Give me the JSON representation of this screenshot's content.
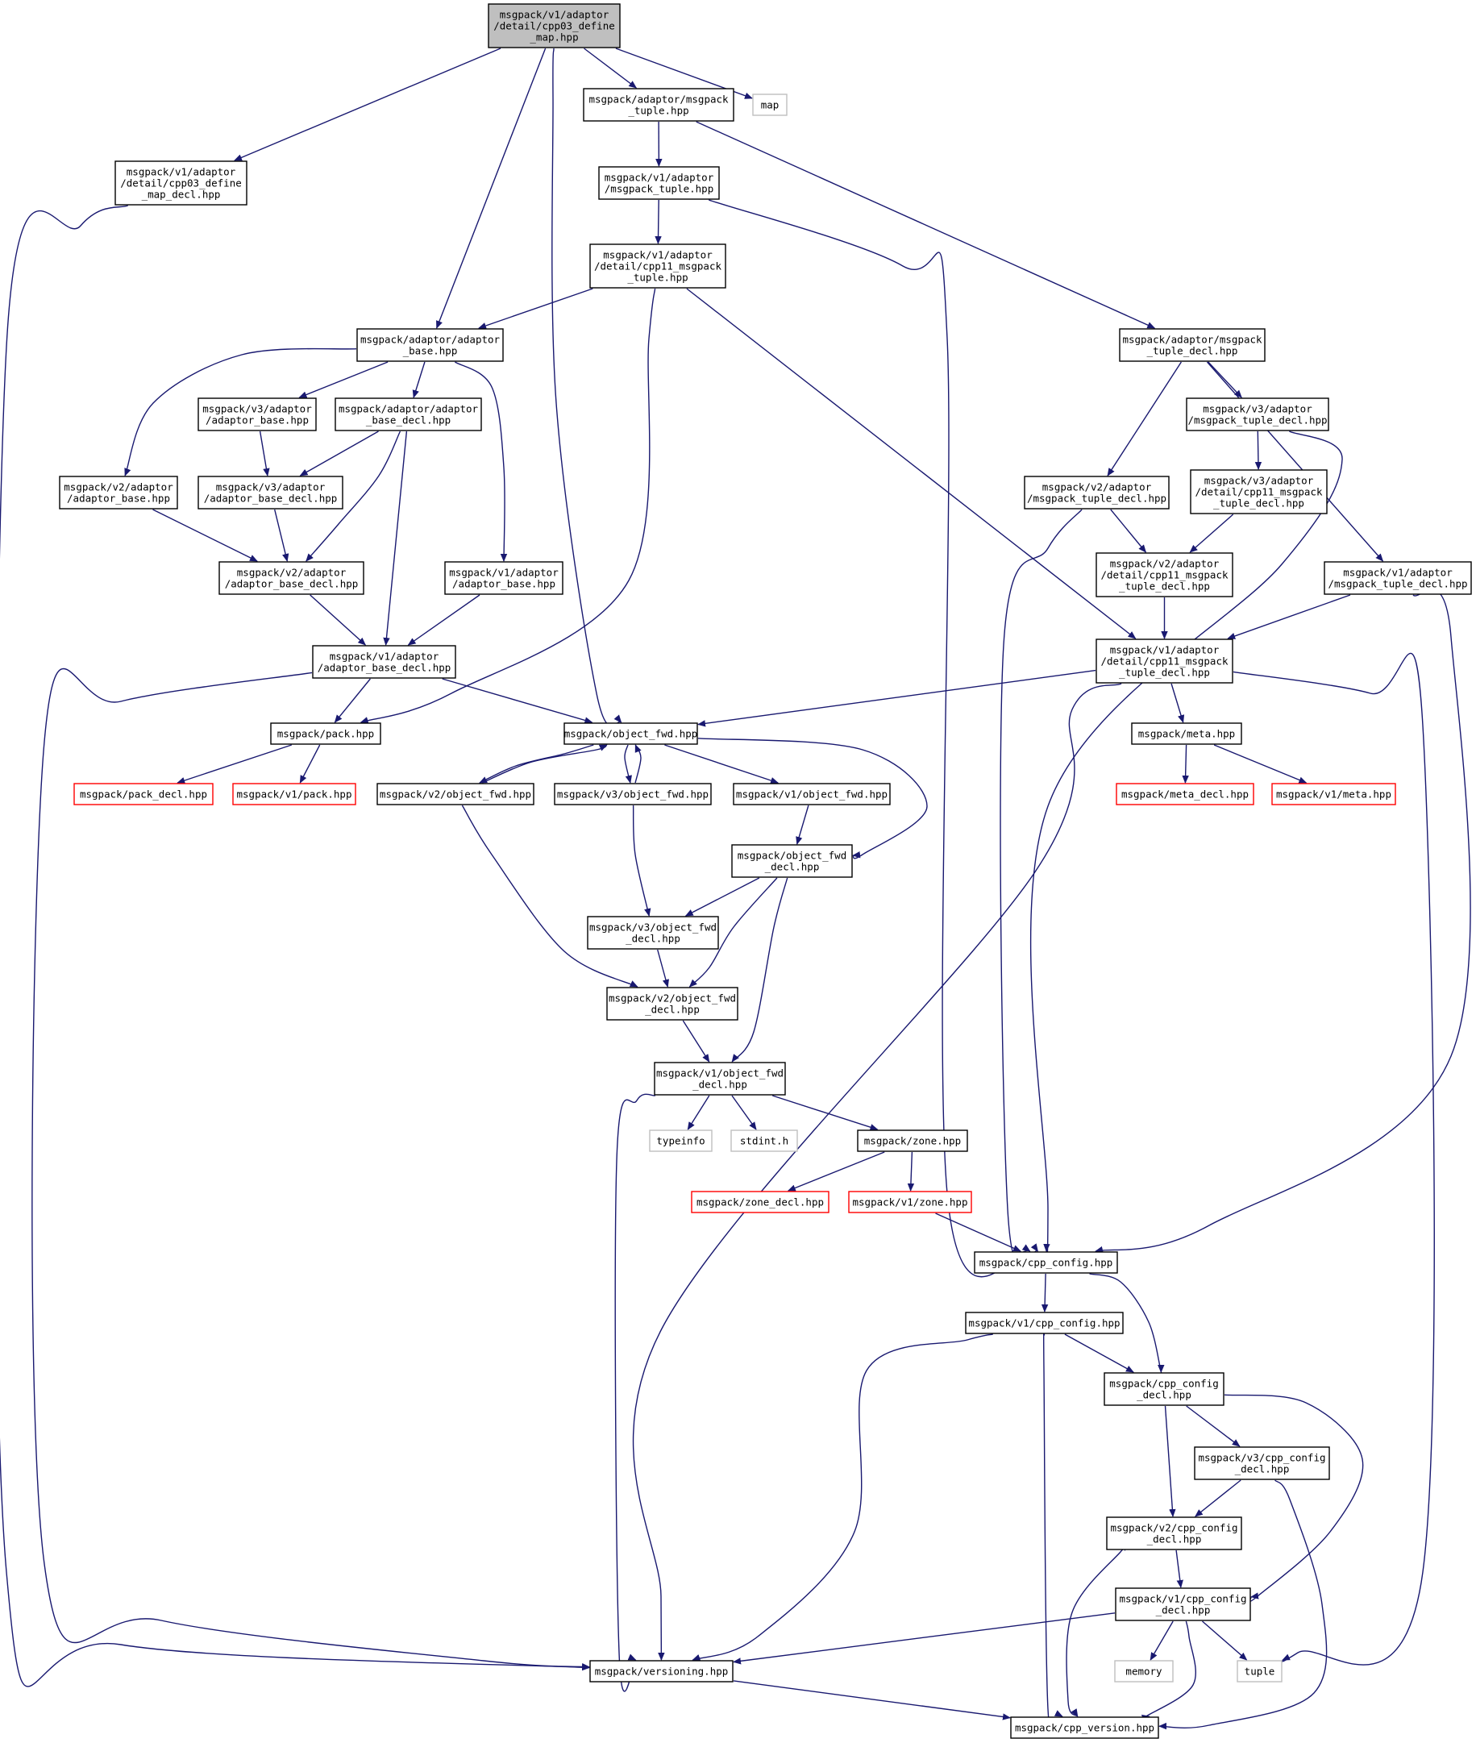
{
  "colors": {
    "edge": "#191970",
    "normal_border": "#000000",
    "missing_border": "#bfbfbf",
    "truncated_border": "#ff0000",
    "root_fill": "#bfbfbf",
    "fill": "#ffffff"
  },
  "nodes": [
    {
      "id": "root",
      "kind": "root",
      "lines": [
        "msgpack/v1/adaptor",
        "/detail/cpp03_define",
        "_map.hpp"
      ]
    },
    {
      "id": "cpp03_decl",
      "kind": "normal",
      "lines": [
        "msgpack/v1/adaptor",
        "/detail/cpp03_define",
        "_map_decl.hpp"
      ]
    },
    {
      "id": "adaptor_msgpack_tuple",
      "kind": "normal",
      "lines": [
        "msgpack/adaptor/msgpack",
        "_tuple.hpp"
      ]
    },
    {
      "id": "map",
      "kind": "missing",
      "lines": [
        "map"
      ]
    },
    {
      "id": "v1_msgpack_tuple",
      "kind": "normal",
      "lines": [
        "msgpack/v1/adaptor",
        "/msgpack_tuple.hpp"
      ]
    },
    {
      "id": "v1_cpp11_tuple",
      "kind": "normal",
      "lines": [
        "msgpack/v1/adaptor",
        "/detail/cpp11_msgpack",
        "_tuple.hpp"
      ]
    },
    {
      "id": "adaptor_base",
      "kind": "normal",
      "lines": [
        "msgpack/adaptor/adaptor",
        "_base.hpp"
      ]
    },
    {
      "id": "adaptor_tuple_decl",
      "kind": "normal",
      "lines": [
        "msgpack/adaptor/msgpack",
        "_tuple_decl.hpp"
      ]
    },
    {
      "id": "v3_adaptor_base",
      "kind": "normal",
      "lines": [
        "msgpack/v3/adaptor",
        "/adaptor_base.hpp"
      ]
    },
    {
      "id": "adaptor_base_decl",
      "kind": "normal",
      "lines": [
        "msgpack/adaptor/adaptor",
        "_base_decl.hpp"
      ]
    },
    {
      "id": "v3_tuple_decl",
      "kind": "normal",
      "lines": [
        "msgpack/v3/adaptor",
        "/msgpack_tuple_decl.hpp"
      ]
    },
    {
      "id": "v2_adaptor_base",
      "kind": "normal",
      "lines": [
        "msgpack/v2/adaptor",
        "/adaptor_base.hpp"
      ]
    },
    {
      "id": "v3_adaptor_base_decl",
      "kind": "normal",
      "lines": [
        "msgpack/v3/adaptor",
        "/adaptor_base_decl.hpp"
      ]
    },
    {
      "id": "v2_tuple_decl",
      "kind": "normal",
      "lines": [
        "msgpack/v2/adaptor",
        "/msgpack_tuple_decl.hpp"
      ]
    },
    {
      "id": "v3_cpp11_tuple_decl",
      "kind": "normal",
      "lines": [
        "msgpack/v3/adaptor",
        "/detail/cpp11_msgpack",
        "_tuple_decl.hpp"
      ]
    },
    {
      "id": "v2_adaptor_base_decl",
      "kind": "normal",
      "lines": [
        "msgpack/v2/adaptor",
        "/adaptor_base_decl.hpp"
      ]
    },
    {
      "id": "v1_adaptor_base",
      "kind": "normal",
      "lines": [
        "msgpack/v1/adaptor",
        "/adaptor_base.hpp"
      ]
    },
    {
      "id": "v2_cpp11_tuple_decl",
      "kind": "normal",
      "lines": [
        "msgpack/v2/adaptor",
        "/detail/cpp11_msgpack",
        "_tuple_decl.hpp"
      ]
    },
    {
      "id": "v1_tuple_decl",
      "kind": "normal",
      "lines": [
        "msgpack/v1/adaptor",
        "/msgpack_tuple_decl.hpp"
      ]
    },
    {
      "id": "v1_adaptor_base_decl",
      "kind": "normal",
      "lines": [
        "msgpack/v1/adaptor",
        "/adaptor_base_decl.hpp"
      ]
    },
    {
      "id": "v1_cpp11_tuple_decl",
      "kind": "normal",
      "lines": [
        "msgpack/v1/adaptor",
        "/detail/cpp11_msgpack",
        "_tuple_decl.hpp"
      ]
    },
    {
      "id": "pack",
      "kind": "normal",
      "lines": [
        "msgpack/pack.hpp"
      ]
    },
    {
      "id": "object_fwd",
      "kind": "normal",
      "lines": [
        "msgpack/object_fwd.hpp"
      ]
    },
    {
      "id": "meta",
      "kind": "normal",
      "lines": [
        "msgpack/meta.hpp"
      ]
    },
    {
      "id": "pack_decl",
      "kind": "truncated",
      "lines": [
        "msgpack/pack_decl.hpp"
      ]
    },
    {
      "id": "v1_pack",
      "kind": "truncated",
      "lines": [
        "msgpack/v1/pack.hpp"
      ]
    },
    {
      "id": "v2_object_fwd",
      "kind": "normal",
      "lines": [
        "msgpack/v2/object_fwd.hpp"
      ]
    },
    {
      "id": "v3_object_fwd",
      "kind": "normal",
      "lines": [
        "msgpack/v3/object_fwd.hpp"
      ]
    },
    {
      "id": "v1_object_fwd",
      "kind": "normal",
      "lines": [
        "msgpack/v1/object_fwd.hpp"
      ]
    },
    {
      "id": "meta_decl",
      "kind": "truncated",
      "lines": [
        "msgpack/meta_decl.hpp"
      ]
    },
    {
      "id": "v1_meta",
      "kind": "truncated",
      "lines": [
        "msgpack/v1/meta.hpp"
      ]
    },
    {
      "id": "object_fwd_decl",
      "kind": "normal",
      "lines": [
        "msgpack/object_fwd",
        "_decl.hpp"
      ]
    },
    {
      "id": "v3_object_fwd_decl",
      "kind": "normal",
      "lines": [
        "msgpack/v3/object_fwd",
        "_decl.hpp"
      ]
    },
    {
      "id": "v2_object_fwd_decl",
      "kind": "normal",
      "lines": [
        "msgpack/v2/object_fwd",
        "_decl.hpp"
      ]
    },
    {
      "id": "v1_object_fwd_decl",
      "kind": "normal",
      "lines": [
        "msgpack/v1/object_fwd",
        "_decl.hpp"
      ]
    },
    {
      "id": "typeinfo",
      "kind": "missing",
      "lines": [
        "typeinfo"
      ]
    },
    {
      "id": "stdint",
      "kind": "missing",
      "lines": [
        "stdint.h"
      ]
    },
    {
      "id": "zone",
      "kind": "normal",
      "lines": [
        "msgpack/zone.hpp"
      ]
    },
    {
      "id": "zone_decl",
      "kind": "truncated",
      "lines": [
        "msgpack/zone_decl.hpp"
      ]
    },
    {
      "id": "v1_zone",
      "kind": "truncated",
      "lines": [
        "msgpack/v1/zone.hpp"
      ]
    },
    {
      "id": "cpp_config",
      "kind": "normal",
      "lines": [
        "msgpack/cpp_config.hpp"
      ]
    },
    {
      "id": "v1_cpp_config",
      "kind": "normal",
      "lines": [
        "msgpack/v1/cpp_config.hpp"
      ]
    },
    {
      "id": "cpp_config_decl",
      "kind": "normal",
      "lines": [
        "msgpack/cpp_config",
        "_decl.hpp"
      ]
    },
    {
      "id": "v3_cpp_config_decl",
      "kind": "normal",
      "lines": [
        "msgpack/v3/cpp_config",
        "_decl.hpp"
      ]
    },
    {
      "id": "v2_cpp_config_decl",
      "kind": "normal",
      "lines": [
        "msgpack/v2/cpp_config",
        "_decl.hpp"
      ]
    },
    {
      "id": "v1_cpp_config_decl",
      "kind": "normal",
      "lines": [
        "msgpack/v1/cpp_config",
        "_decl.hpp"
      ]
    },
    {
      "id": "versioning",
      "kind": "normal",
      "lines": [
        "msgpack/versioning.hpp"
      ]
    },
    {
      "id": "memory",
      "kind": "missing",
      "lines": [
        "memory"
      ]
    },
    {
      "id": "tuple",
      "kind": "missing",
      "lines": [
        "tuple"
      ]
    },
    {
      "id": "cpp_version",
      "kind": "normal",
      "lines": [
        "msgpack/cpp_version.hpp"
      ]
    }
  ],
  "edges": [
    [
      "root",
      "cpp03_decl"
    ],
    [
      "root",
      "adaptor_base"
    ],
    [
      "root",
      "object_fwd"
    ],
    [
      "root",
      "adaptor_msgpack_tuple"
    ],
    [
      "root",
      "map"
    ],
    [
      "cpp03_decl",
      "versioning"
    ],
    [
      "adaptor_msgpack_tuple",
      "v1_msgpack_tuple"
    ],
    [
      "adaptor_msgpack_tuple",
      "adaptor_tuple_decl"
    ],
    [
      "v1_msgpack_tuple",
      "v1_cpp11_tuple"
    ],
    [
      "v1_msgpack_tuple",
      "cpp_config"
    ],
    [
      "v1_cpp11_tuple",
      "adaptor_base"
    ],
    [
      "v1_cpp11_tuple",
      "pack"
    ],
    [
      "v1_cpp11_tuple",
      "v1_cpp11_tuple_decl"
    ],
    [
      "adaptor_base",
      "v2_adaptor_base"
    ],
    [
      "adaptor_base",
      "v3_adaptor_base"
    ],
    [
      "adaptor_base",
      "adaptor_base_decl"
    ],
    [
      "adaptor_base",
      "v1_adaptor_base"
    ],
    [
      "v3_adaptor_base",
      "v3_adaptor_base_decl"
    ],
    [
      "adaptor_base_decl",
      "v3_adaptor_base_decl"
    ],
    [
      "adaptor_base_decl",
      "v2_adaptor_base_decl"
    ],
    [
      "adaptor_base_decl",
      "v1_adaptor_base_decl"
    ],
    [
      "v2_adaptor_base",
      "v2_adaptor_base_decl"
    ],
    [
      "v3_adaptor_base_decl",
      "v2_adaptor_base_decl"
    ],
    [
      "v2_adaptor_base_decl",
      "v1_adaptor_base_decl"
    ],
    [
      "v1_adaptor_base",
      "v1_adaptor_base_decl"
    ],
    [
      "v1_adaptor_base_decl",
      "pack"
    ],
    [
      "v1_adaptor_base_decl",
      "object_fwd"
    ],
    [
      "v1_adaptor_base_decl",
      "versioning"
    ],
    [
      "adaptor_tuple_decl",
      "v2_tuple_decl"
    ],
    [
      "adaptor_tuple_decl",
      "v3_tuple_decl"
    ],
    [
      "adaptor_tuple_decl",
      "v1_tuple_decl"
    ],
    [
      "v3_tuple_decl",
      "v3_cpp11_tuple_decl"
    ],
    [
      "v3_tuple_decl",
      "cpp_config"
    ],
    [
      "v3_cpp11_tuple_decl",
      "v2_cpp11_tuple_decl"
    ],
    [
      "v2_tuple_decl",
      "v2_cpp11_tuple_decl"
    ],
    [
      "v2_tuple_decl",
      "cpp_config"
    ],
    [
      "v2_cpp11_tuple_decl",
      "v1_cpp11_tuple_decl"
    ],
    [
      "v1_tuple_decl",
      "v1_cpp11_tuple_decl"
    ],
    [
      "v1_tuple_decl",
      "cpp_config"
    ],
    [
      "v1_cpp11_tuple_decl",
      "object_fwd"
    ],
    [
      "v1_cpp11_tuple_decl",
      "meta"
    ],
    [
      "v1_cpp11_tuple_decl",
      "versioning"
    ],
    [
      "v1_cpp11_tuple_decl",
      "tuple"
    ],
    [
      "pack",
      "pack_decl"
    ],
    [
      "pack",
      "v1_pack"
    ],
    [
      "object_fwd",
      "v2_object_fwd"
    ],
    [
      "object_fwd",
      "v3_object_fwd"
    ],
    [
      "object_fwd",
      "v1_object_fwd"
    ],
    [
      "object_fwd",
      "object_fwd_decl"
    ],
    [
      "v2_object_fwd",
      "object_fwd"
    ],
    [
      "v2_object_fwd",
      "v2_object_fwd_decl"
    ],
    [
      "v3_object_fwd",
      "object_fwd"
    ],
    [
      "v3_object_fwd",
      "v3_object_fwd_decl"
    ],
    [
      "v1_object_fwd",
      "object_fwd_decl"
    ],
    [
      "meta",
      "meta_decl"
    ],
    [
      "meta",
      "v1_meta"
    ],
    [
      "object_fwd_decl",
      "v3_object_fwd_decl"
    ],
    [
      "object_fwd_decl",
      "v2_object_fwd_decl"
    ],
    [
      "object_fwd_decl",
      "v1_object_fwd_decl"
    ],
    [
      "v3_object_fwd_decl",
      "v2_object_fwd_decl"
    ],
    [
      "v2_object_fwd_decl",
      "v1_object_fwd_decl"
    ],
    [
      "v1_object_fwd_decl",
      "typeinfo"
    ],
    [
      "v1_object_fwd_decl",
      "stdint"
    ],
    [
      "v1_object_fwd_decl",
      "zone"
    ],
    [
      "v1_object_fwd_decl",
      "versioning"
    ],
    [
      "zone",
      "zone_decl"
    ],
    [
      "zone",
      "v1_zone"
    ],
    [
      "v1_zone",
      "cpp_config"
    ],
    [
      "cpp_config",
      "v1_cpp_config"
    ],
    [
      "cpp_config",
      "cpp_config_decl"
    ],
    [
      "v1_cpp_config",
      "cpp_config_decl"
    ],
    [
      "v1_cpp_config",
      "versioning"
    ],
    [
      "v1_cpp_config",
      "cpp_version"
    ],
    [
      "cpp_config_decl",
      "v3_cpp_config_decl"
    ],
    [
      "cpp_config_decl",
      "v2_cpp_config_decl"
    ],
    [
      "cpp_config_decl",
      "v1_cpp_config_decl"
    ],
    [
      "v3_cpp_config_decl",
      "v2_cpp_config_decl"
    ],
    [
      "v3_cpp_config_decl",
      "cpp_version"
    ],
    [
      "v2_cpp_config_decl",
      "v1_cpp_config_decl"
    ],
    [
      "v2_cpp_config_decl",
      "cpp_version"
    ],
    [
      "v1_cpp_config_decl",
      "versioning"
    ],
    [
      "v1_cpp_config_decl",
      "memory"
    ],
    [
      "v1_cpp_config_decl",
      "tuple"
    ],
    [
      "v1_cpp_config_decl",
      "cpp_version"
    ],
    [
      "versioning",
      "cpp_version"
    ]
  ]
}
